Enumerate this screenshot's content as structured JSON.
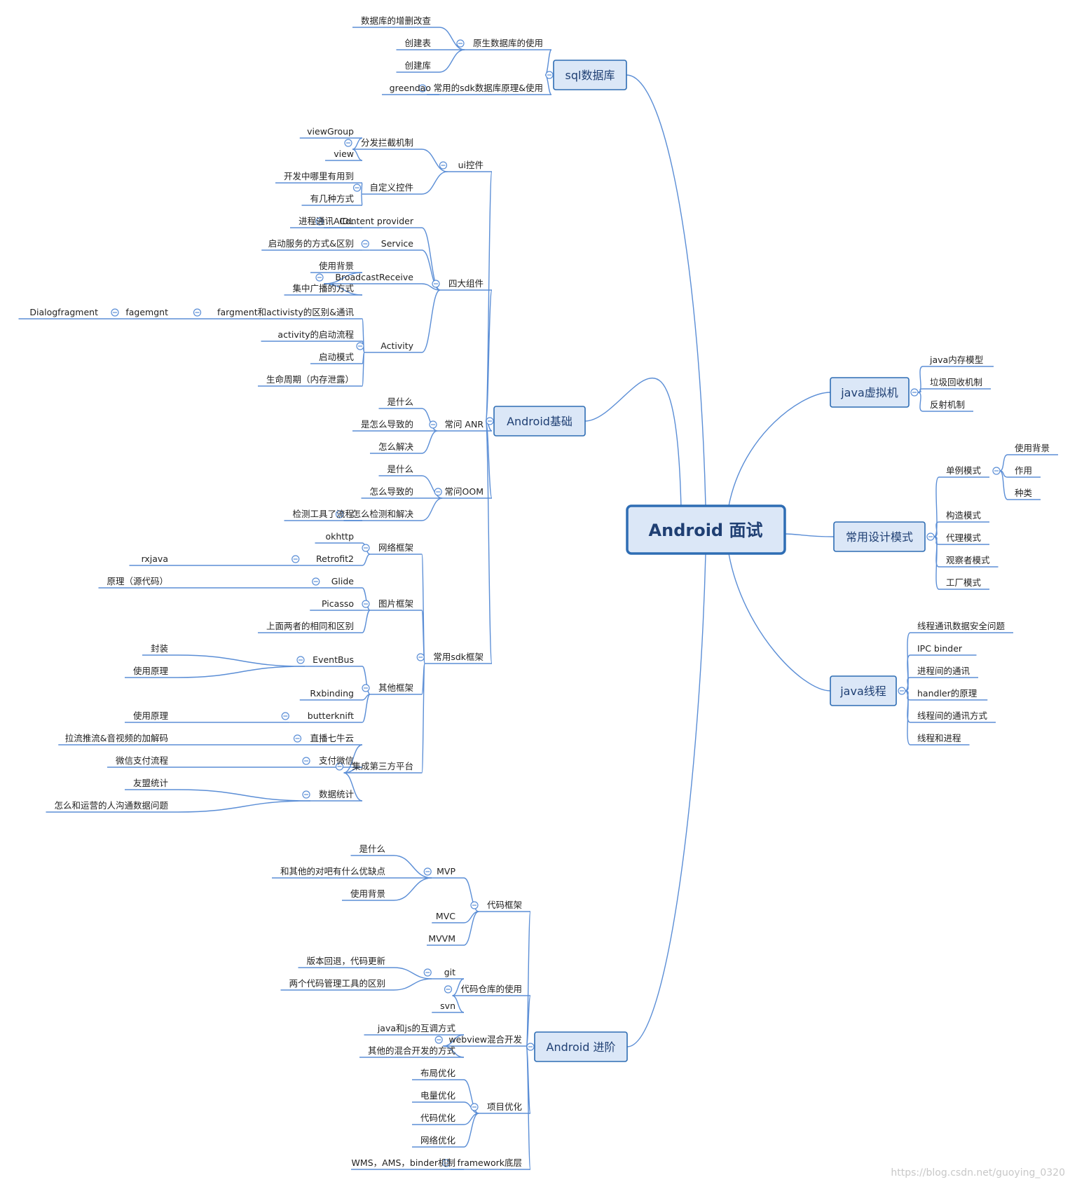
{
  "root": "Android 面试",
  "watermark": "https://blog.csdn.net/guoying_0320",
  "accent": "#2e6db4",
  "line_color": "#5b8ed6",
  "box_fill": "#dbe7f7",
  "left": [
    {
      "label": "sql数据库",
      "children": [
        {
          "label": "原生数据库的使用",
          "children": [
            {
              "label": "数据库的增删改查"
            },
            {
              "label": "创建表"
            },
            {
              "label": "创建库"
            }
          ]
        },
        {
          "label": "常用的sdk数据库原理&使用",
          "children": [
            {
              "label": "greendao"
            }
          ]
        }
      ]
    },
    {
      "label": "Android基础",
      "children": [
        {
          "label": "ui控件",
          "children": [
            {
              "label": "分发拦截机制",
              "children": [
                {
                  "label": "viewGroup"
                },
                {
                  "label": "view"
                }
              ]
            },
            {
              "label": "自定义控件",
              "children": [
                {
                  "label": "开发中哪里有用到"
                },
                {
                  "label": "有几种方式"
                }
              ]
            }
          ]
        },
        {
          "label": "四大组件",
          "children": [
            {
              "label": "Content provider",
              "children": [
                {
                  "label": "进程通讯AIDL"
                }
              ]
            },
            {
              "label": "Service",
              "children": [
                {
                  "label": "启动服务的方式&区别"
                }
              ]
            },
            {
              "label": "BroadcastReceive",
              "children": [
                {
                  "label": "使用背景"
                },
                {
                  "label": "集中广播的方式"
                }
              ]
            },
            {
              "label": "Activity",
              "children": [
                {
                  "label": "fargment和activisty的区别&通讯",
                  "children": [
                    {
                      "label": "fagemgnt",
                      "children": [
                        {
                          "label": "Dialogfragment"
                        }
                      ]
                    }
                  ]
                },
                {
                  "label": "activity的启动流程"
                },
                {
                  "label": "启动模式"
                },
                {
                  "label": "生命周期（内存泄露）"
                }
              ]
            }
          ]
        },
        {
          "label": "常问 ANR",
          "children": [
            {
              "label": "是什么"
            },
            {
              "label": "是怎么导致的"
            },
            {
              "label": "怎么解决"
            }
          ]
        },
        {
          "label": "常问OOM",
          "children": [
            {
              "label": "是什么"
            },
            {
              "label": "怎么导致的"
            },
            {
              "label": "怎么检测和解决",
              "children": [
                {
                  "label": "检测工具了流程"
                }
              ]
            }
          ]
        },
        {
          "label": "常用sdk框架",
          "children": [
            {
              "label": "网络框架",
              "children": [
                {
                  "label": "okhttp"
                },
                {
                  "label": "Retrofit2",
                  "children": [
                    {
                      "label": "rxjava"
                    }
                  ]
                }
              ]
            },
            {
              "label": "图片框架",
              "children": [
                {
                  "label": "Glide",
                  "children": [
                    {
                      "label": "原理（源代码）"
                    }
                  ]
                },
                {
                  "label": "Picasso"
                },
                {
                  "label": "上面两者的相同和区别"
                }
              ]
            },
            {
              "label": "其他框架",
              "children": [
                {
                  "label": "EventBus",
                  "children": [
                    {
                      "label": "封装"
                    },
                    {
                      "label": "使用原理"
                    }
                  ]
                },
                {
                  "label": "Rxbinding"
                },
                {
                  "label": "butterknift",
                  "children": [
                    {
                      "label": "使用原理"
                    }
                  ]
                }
              ]
            },
            {
              "label": "集成第三方平台",
              "children": [
                {
                  "label": "直播七牛云",
                  "children": [
                    {
                      "label": "拉流推流&音视频的加解码"
                    }
                  ]
                },
                {
                  "label": "支付微信",
                  "children": [
                    {
                      "label": "微信支付流程"
                    }
                  ]
                },
                {
                  "label": "数据统计",
                  "children": [
                    {
                      "label": "友盟统计"
                    },
                    {
                      "label": "怎么和运营的人沟通数据问题"
                    }
                  ]
                }
              ]
            }
          ]
        }
      ]
    },
    {
      "label": "Android 进阶",
      "children": [
        {
          "label": "代码框架",
          "children": [
            {
              "label": "MVP",
              "children": [
                {
                  "label": "是什么"
                },
                {
                  "label": "和其他的对吧有什么优缺点"
                },
                {
                  "label": "使用背景"
                }
              ]
            },
            {
              "label": "MVC"
            },
            {
              "label": "MVVM"
            }
          ]
        },
        {
          "label": "代码仓库的使用",
          "children": [
            {
              "label": "git",
              "children": [
                {
                  "label": "版本回退，代码更新"
                },
                {
                  "label": "两个代码管理工具的区别"
                }
              ]
            },
            {
              "label": "svn"
            }
          ]
        },
        {
          "label": "webview混合开发",
          "children": [
            {
              "label": "java和js的互调方式"
            },
            {
              "label": "其他的混合开发的方式"
            }
          ]
        },
        {
          "label": "项目优化",
          "children": [
            {
              "label": "布局优化"
            },
            {
              "label": "电量优化"
            },
            {
              "label": "代码优化"
            },
            {
              "label": "网络优化"
            }
          ]
        },
        {
          "label": "framework底层",
          "children": [
            {
              "label": "WMS，AMS，binder机制"
            }
          ]
        }
      ]
    }
  ],
  "right": [
    {
      "label": "java虚拟机",
      "children": [
        {
          "label": "java内存模型"
        },
        {
          "label": "垃圾回收机制"
        },
        {
          "label": "反射机制"
        }
      ]
    },
    {
      "label": "常用设计模式",
      "children": [
        {
          "label": "单例模式",
          "children": [
            {
              "label": "使用背景"
            },
            {
              "label": "作用"
            },
            {
              "label": "种类"
            }
          ]
        },
        {
          "label": "构造模式"
        },
        {
          "label": "代理模式"
        },
        {
          "label": "观察者模式"
        },
        {
          "label": "工厂模式"
        }
      ]
    },
    {
      "label": "java线程",
      "children": [
        {
          "label": "线程通讯数据安全问题"
        },
        {
          "label": "IPC binder"
        },
        {
          "label": "进程间的通讯"
        },
        {
          "label": "handler的原理"
        },
        {
          "label": "线程间的通讯方式"
        },
        {
          "label": "线程和进程"
        }
      ]
    }
  ]
}
